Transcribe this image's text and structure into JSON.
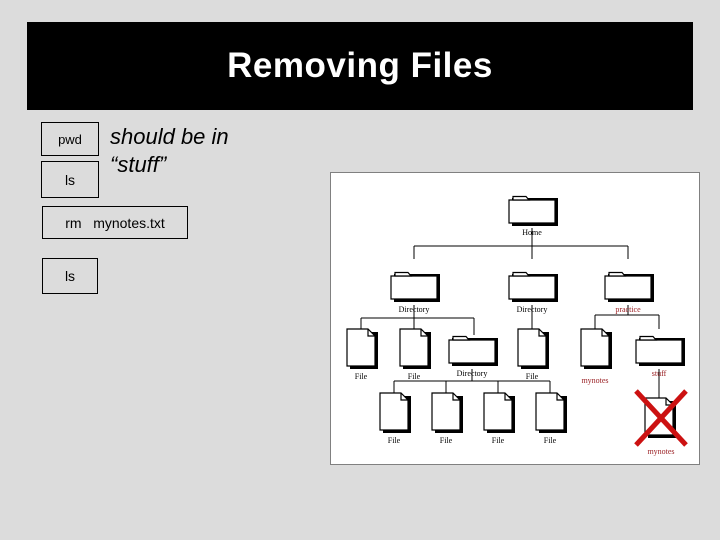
{
  "slide": {
    "title": "Removing Files",
    "background_color": "#dcdcdc",
    "title_bar_color": "#000000",
    "title_text_color": "#ffffff"
  },
  "commands": [
    {
      "id": "pwd",
      "label": "pwd"
    },
    {
      "id": "ls1",
      "label": "ls"
    },
    {
      "id": "rm",
      "label": "rm   mynotes.txt"
    },
    {
      "id": "ls2",
      "label": "ls"
    }
  ],
  "annotation": {
    "line1": "should be in",
    "line2": "“stuff”"
  },
  "diagram": {
    "panel_background": "#ffffff",
    "panel_border": "#808080",
    "highlight_color": "#9b2226",
    "delete_mark_color": "#cc1111",
    "nodes": [
      {
        "id": "home",
        "label": "Home",
        "type": "folder",
        "color": "black"
      },
      {
        "id": "dir-a",
        "label": "Directory",
        "type": "folder",
        "color": "black"
      },
      {
        "id": "dir-b",
        "label": "Directory",
        "type": "folder",
        "color": "black"
      },
      {
        "id": "practice",
        "label": "practice",
        "type": "folder",
        "color": "red"
      },
      {
        "id": "file-a1",
        "label": "File",
        "type": "file",
        "color": "black"
      },
      {
        "id": "file-a2",
        "label": "File",
        "type": "file",
        "color": "black"
      },
      {
        "id": "dir-a3",
        "label": "Directory",
        "type": "folder",
        "color": "black"
      },
      {
        "id": "file-b1",
        "label": "File",
        "type": "file",
        "color": "black"
      },
      {
        "id": "mynotes-p",
        "label": "mynotes",
        "type": "file",
        "color": "red"
      },
      {
        "id": "stuff",
        "label": "stuff",
        "type": "folder",
        "color": "red"
      },
      {
        "id": "file-c1",
        "label": "File",
        "type": "file",
        "color": "black"
      },
      {
        "id": "file-c2",
        "label": "File",
        "type": "file",
        "color": "black"
      },
      {
        "id": "file-c3",
        "label": "File",
        "type": "file",
        "color": "black"
      },
      {
        "id": "file-c4",
        "label": "File",
        "type": "file",
        "color": "black"
      },
      {
        "id": "mynotes-del",
        "label": "mynotes",
        "type": "file",
        "color": "red",
        "deleted": true
      }
    ]
  }
}
